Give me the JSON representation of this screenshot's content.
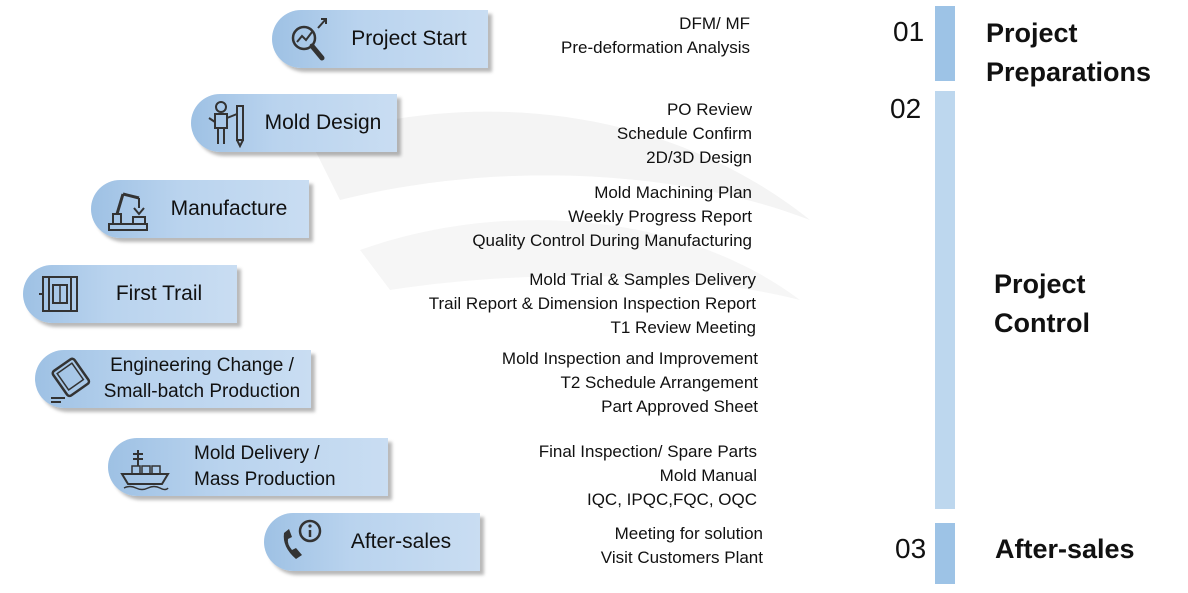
{
  "colors": {
    "pill_start": "#9ec1e4",
    "pill_end": "#c9ddf2",
    "bar_dark": "#9dc3e6",
    "bar_light": "#bdd7ee",
    "icon_stroke": "#333333"
  },
  "steps": [
    {
      "label": "Project Start",
      "icon": "analysis-magnifier-icon",
      "tasks": [
        "DFM/ MF",
        "Pre-deformation Analysis"
      ]
    },
    {
      "label": "Mold Design",
      "icon": "designer-pencil-icon",
      "tasks": [
        "PO Review",
        "Schedule Confirm",
        "2D/3D Design"
      ]
    },
    {
      "label": "Manufacture",
      "icon": "robot-arm-icon",
      "tasks": [
        "Mold Machining Plan",
        "Weekly Progress Report",
        "Quality Control During Manufacturing"
      ]
    },
    {
      "label": "First Trail",
      "icon": "mold-machine-icon",
      "tasks": [
        "Mold Trial & Samples Delivery",
        "Trail Report & Dimension Inspection Report",
        "T1 Review Meeting"
      ]
    },
    {
      "label_lines": [
        "Engineering Change /",
        "Small-batch Production"
      ],
      "icon": "edit-tablet-icon",
      "tasks": [
        "Mold Inspection and Improvement",
        "T2 Schedule Arrangement",
        "Part Approved Sheet"
      ]
    },
    {
      "label_lines": [
        "Mold Delivery /",
        "Mass Production"
      ],
      "icon": "cargo-ship-icon",
      "tasks": [
        "Final Inspection/ Spare Parts",
        "Mold Manual",
        "IQC, IPQC,FQC, OQC"
      ]
    },
    {
      "label": "After-sales",
      "icon": "phone-info-icon",
      "tasks": [
        "Meeting for solution",
        "Visit Customers Plant"
      ]
    }
  ],
  "phases": [
    {
      "number": "01",
      "title_lines": [
        "Project",
        "Preparations"
      ]
    },
    {
      "number": "02",
      "title_lines": [
        "Project",
        "Control"
      ]
    },
    {
      "number": "03",
      "title_lines": [
        "After-sales"
      ]
    }
  ]
}
